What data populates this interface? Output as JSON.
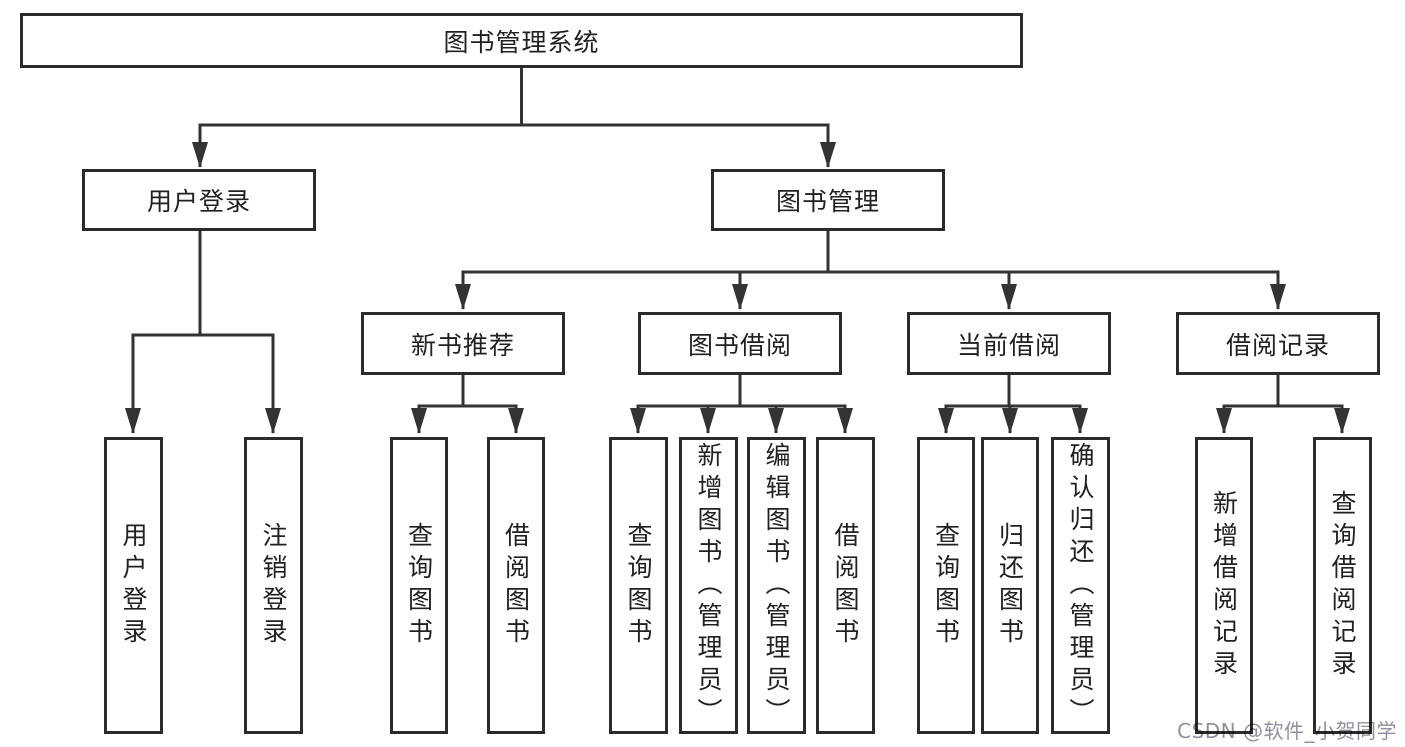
{
  "diagram": {
    "root": {
      "label": "图书管理系统"
    },
    "level2": [
      {
        "label": "用户登录",
        "leaves": [
          {
            "label": "用户登录"
          },
          {
            "label": "注销登录"
          }
        ]
      },
      {
        "label": "图书管理"
      }
    ],
    "level3": [
      {
        "label": "新书推荐",
        "leaves": [
          {
            "label": "查询图书"
          },
          {
            "label": "借阅图书"
          }
        ]
      },
      {
        "label": "图书借阅",
        "leaves": [
          {
            "label": "查询图书"
          },
          {
            "label": "新增图书（管理员）"
          },
          {
            "label": "编辑图书（管理员）"
          },
          {
            "label": "借阅图书"
          }
        ]
      },
      {
        "label": "当前借阅",
        "leaves": [
          {
            "label": "查询图书"
          },
          {
            "label": "归还图书"
          },
          {
            "label": "确认归还（管理员）"
          }
        ]
      },
      {
        "label": "借阅记录",
        "leaves": [
          {
            "label": "新增借阅记录"
          },
          {
            "label": "查询借阅记录"
          }
        ]
      }
    ]
  },
  "watermark": {
    "text": "CSDN @软件_小贺同学"
  },
  "colors": {
    "line": "#333333",
    "box_border": "#2b2b2b",
    "text": "#212121",
    "watermark": "#8f91a0",
    "background": "#ffffff"
  }
}
